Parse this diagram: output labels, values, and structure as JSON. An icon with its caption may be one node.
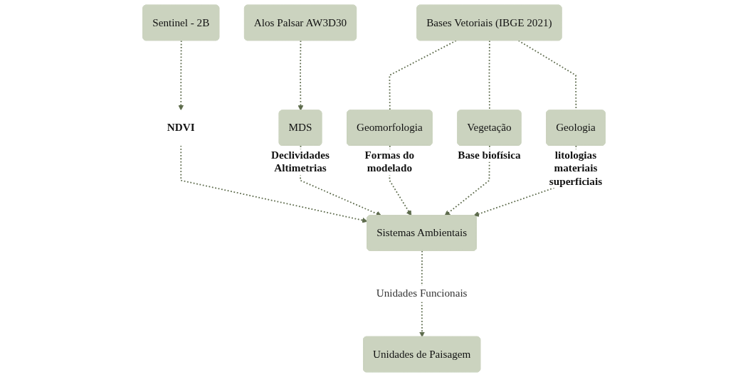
{
  "diagram": {
    "nodes": [
      {
        "text": [
          "Alos Palsar AW3D30"
        ]
      },
      {
        "text": [
          "Sentinel - 2B"
        ]
      },
      {
        "text": [
          "Bases Vetoriais (IBGE 2021)"
        ]
      },
      {
        "text": [
          "Geomorfologia"
        ],
        "beside": [
          "Formas do modelado"
        ]
      },
      {
        "text": [
          "Vegetação"
        ],
        "beside": [
          "Base biofísica"
        ]
      },
      {
        "text": [
          "Geologia"
        ],
        "beside": [
          "litologias materiais superficiais"
        ]
      },
      {
        "text": [
          "MDS"
        ],
        "beside": [
          "Declividades Altimetrias"
        ]
      },
      {
        "text": [
          "NDVI"
        ]
      },
      {
        "text": [
          "Sistemas Ambientais"
        ]
      },
      {
        "text": [
          "Unidades de Paisagem"
        ]
      }
    ],
    "edges": [
      {
        "from": 1,
        "to": 7,
        "arrow": "to",
        "style": "dashed"
      },
      {
        "from": 0,
        "to": 6,
        "arrow": "to",
        "style": "dashed"
      },
      {
        "from": 2,
        "to": 3,
        "arrow": "none",
        "style": "dashed"
      },
      {
        "from": 2,
        "to": 4,
        "arrow": "none",
        "style": "dashed"
      },
      {
        "from": 2,
        "to": 5,
        "arrow": "none",
        "style": "dashed"
      },
      {
        "from": 7,
        "to": 8,
        "arrow": "to",
        "style": "dashed"
      },
      {
        "from": 6,
        "to": 8,
        "arrow": "to",
        "style": "dashed"
      },
      {
        "from": 3,
        "to": 8,
        "arrow": "to",
        "style": "dashed"
      },
      {
        "from": 4,
        "to": 8,
        "arrow": "to",
        "style": "dashed"
      },
      {
        "from": 5,
        "to": 8,
        "arrow": "to",
        "style": "dashed"
      },
      {
        "from": 8,
        "to": 9,
        "arrow": "to",
        "style": "dashed",
        "label": "Unidades Funcionais"
      }
    ]
  }
}
